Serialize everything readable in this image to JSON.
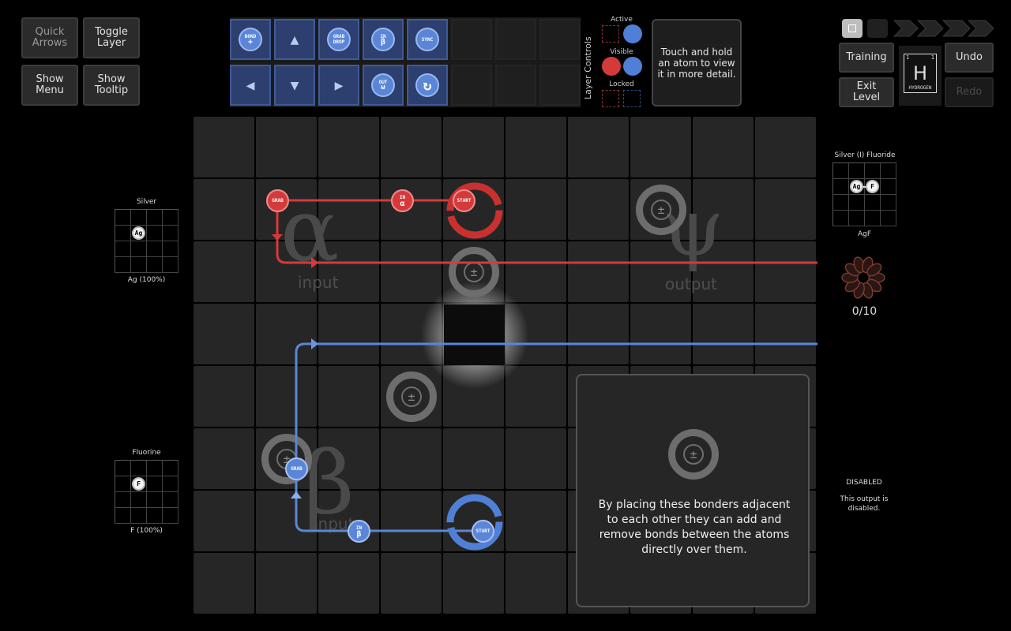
{
  "left_buttons": {
    "quick_arrows": "Quick\nArrows",
    "toggle_layer": "Toggle\nLayer",
    "show_menu": "Show\nMenu",
    "show_tooltip": "Show\nTooltip"
  },
  "tools": {
    "bond_plus": {
      "top": "BOND",
      "bottom": "+"
    },
    "grab_drop": {
      "top": "GRAB",
      "bottom": "DROP"
    },
    "in_beta": {
      "top": "IN",
      "bottom": "β"
    },
    "sync": {
      "top": "SYNC",
      "bottom": ""
    },
    "out_omega": {
      "top": "OUT",
      "bottom": "ω"
    },
    "arrow_up": "▲",
    "arrow_left": "◀",
    "arrow_down": "▼",
    "arrow_right": "▶",
    "rotate": "↻"
  },
  "layer_controls": {
    "title": "Layer Controls",
    "active": "Active",
    "visible": "Visible",
    "locked": "Locked",
    "red": "#d53a3a",
    "blue": "#4f7fd6"
  },
  "tooltip_hint": "Touch and hold an atom to view it in more detail.",
  "top_right": {
    "training": "Training",
    "undo": "Undo",
    "exit_level": "Exit\nLevel",
    "redo": "Redo",
    "element_symbol": "H",
    "element_name": "HYDROGEN",
    "element_number": "1",
    "element_mass": "1"
  },
  "inputs": {
    "alpha": {
      "title": "Silver",
      "atom": "Ag",
      "composition": "Ag (100%)"
    },
    "beta": {
      "title": "Fluorine",
      "atom": "F",
      "composition": "F (100%)"
    }
  },
  "outputs": {
    "psi": {
      "title": "Silver (I) Fluoride",
      "atoms": [
        "Ag",
        "F"
      ],
      "formula": "AgF",
      "progress": "0/10"
    },
    "omega": {
      "status": "DISABLED",
      "note": "This output is disabled."
    }
  },
  "board": {
    "zone_input": "input",
    "zone_output": "output",
    "greek_alpha": "α",
    "greek_beta": "β",
    "greek_psi": "ψ",
    "red_instructions": {
      "grab": "GRAB",
      "in_top": "IN",
      "in_bottom": "α",
      "start": "START"
    },
    "blue_instructions": {
      "grab": "GRAB",
      "in_top": "IN",
      "in_bottom": "β",
      "start": "START"
    },
    "bonder_symbol": "±"
  },
  "popup": {
    "symbol": "±",
    "text": "By placing these bonders adjacent to each other they can add and remove bonds between the atoms directly over them."
  }
}
